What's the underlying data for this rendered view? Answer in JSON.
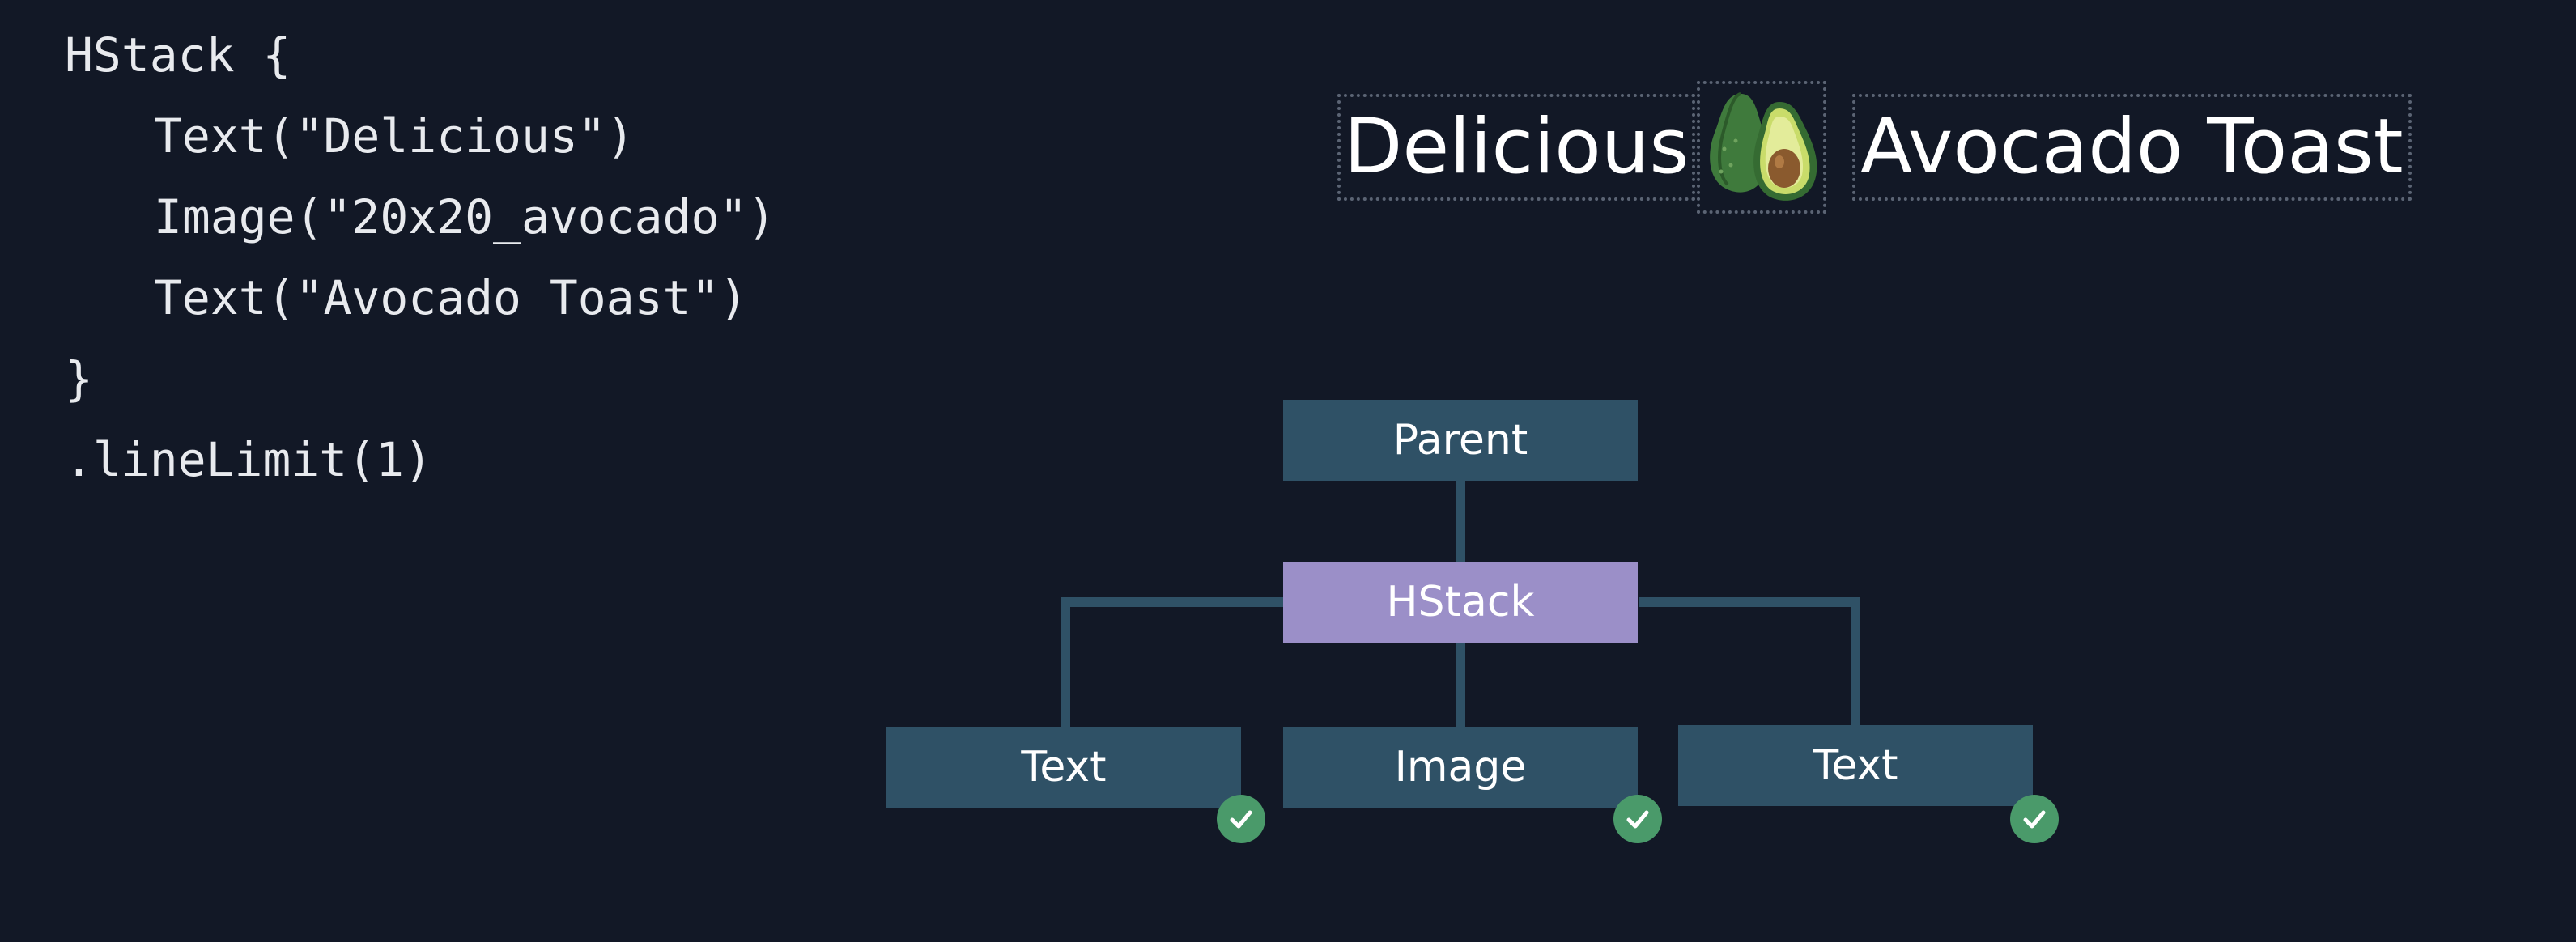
{
  "code": {
    "lines": [
      "HStack {",
      "Text(\"Delicious\")",
      "Image(\"20x20_avocado\")",
      "Text(\"Avocado Toast\")",
      "}",
      ".lineLimit(1)"
    ]
  },
  "preview": {
    "text_left": "Delicious",
    "image_icon": "avocado-icon",
    "text_right": "Avocado Toast"
  },
  "tree": {
    "parent": "Parent",
    "stack": "HStack",
    "children": [
      {
        "label": "Text",
        "status": "check-icon"
      },
      {
        "label": "Image",
        "status": "check-icon"
      },
      {
        "label": "Text",
        "status": "check-icon"
      }
    ]
  },
  "colors": {
    "background": "#121826",
    "node": "#2f5166",
    "hstack_node": "#9b8fc8",
    "connector": "#2f5166",
    "check": "#4a9a6a"
  }
}
